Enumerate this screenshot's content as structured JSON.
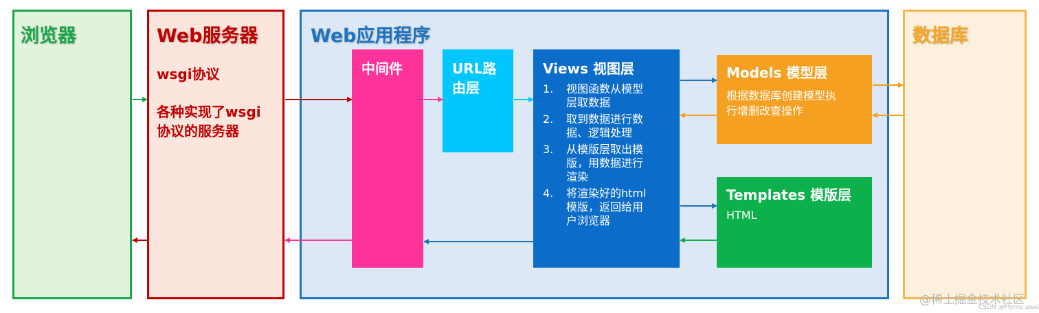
{
  "colors": {
    "browser": "#1aa74a",
    "webserver": "#c00000",
    "webapp": "#1e73be",
    "database": "#f5a623",
    "middleware": "#ff3399",
    "url": "#00c8ff",
    "views": "#0b6cc9",
    "models": "#f5a020",
    "templates": "#0db14b"
  },
  "browser": {
    "title": "浏览器"
  },
  "webserver": {
    "title": "Web服务器",
    "line1": "wsgi协议",
    "line2a": "各种实现了wsgi",
    "line2b": "协议的服务器"
  },
  "webapp": {
    "title": "Web应用程序"
  },
  "database": {
    "title": "数据库"
  },
  "middleware": {
    "label": "中间件"
  },
  "url_router": {
    "line1": "URL路",
    "line2": "由层"
  },
  "views": {
    "title": "Views 视图层",
    "steps": [
      {
        "num": "1.",
        "l1": "视图函数从模型",
        "l2": "层取数据",
        "l3": ""
      },
      {
        "num": "2.",
        "l1": "取到数据进行数",
        "l2": "据、逻辑处理",
        "l3": ""
      },
      {
        "num": "3.",
        "l1": "从模版层取出模",
        "l2": "版，用数据进行",
        "l3": "渲染"
      },
      {
        "num": "4.",
        "l1": "将渲染好的html",
        "l2": "模版，返回给用",
        "l3": "户浏览器"
      }
    ]
  },
  "models": {
    "title": "Models 模型层",
    "line1": "根据数据库创建模型执",
    "line2": "行增删改查操作"
  },
  "templates": {
    "title": "Templates 模版层",
    "line1": "HTML"
  },
  "watermark": {
    "main": "@稀土掘金技术社区",
    "sub": "CSDN @Flyme awei"
  }
}
